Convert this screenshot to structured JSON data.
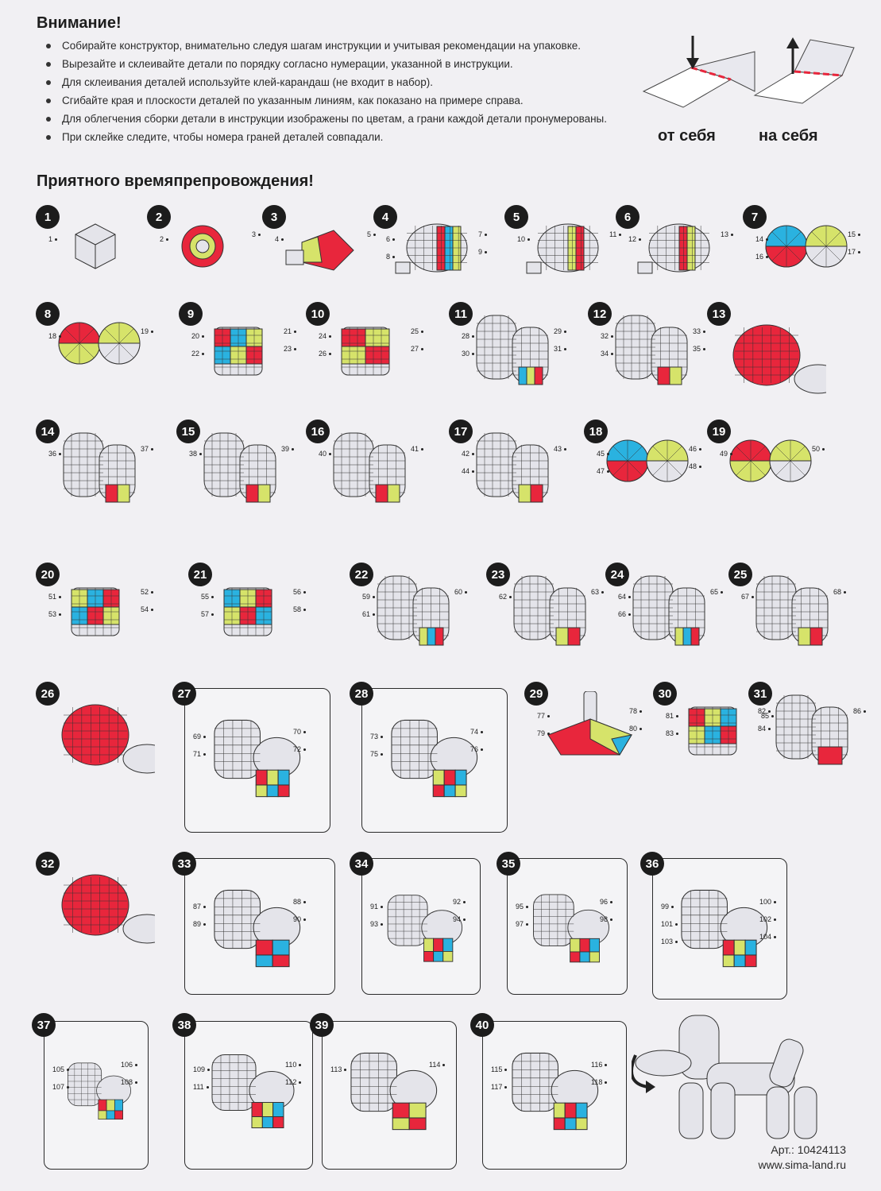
{
  "header": {
    "warning_title": "Внимание!",
    "bullets": [
      "Собирайте конструктор, внимательно следуя шагам инструкции и учитывая рекомендации на упаковке.",
      "Вырезайте и склеивайте детали по порядку согласно нумерации, указанной в инструкции.",
      "Для склеивания деталей используйте клей-карандаш (не входит в набор).",
      "Сгибайте края и плоскости деталей по указанным линиям, как показано на примере справа.",
      "Для облегчения сборки детали в инструкции изображены по цветам, а грани каждой детали пронумерованы.",
      "При склейке следите, чтобы номера граней деталей совпадали."
    ],
    "subtitle": "Приятного времяпрепровождения!"
  },
  "fold": {
    "away_label": "от себя",
    "toward_label": "на себя"
  },
  "colors": {
    "red": "#e8263c",
    "blue": "#2ab2e0",
    "yellow": "#d6e36a",
    "gray": "#e4e4ea",
    "outline": "#333333",
    "background": "#f1f0f3"
  },
  "steps": [
    {
      "n": "1",
      "parts": [
        "1"
      ],
      "colors": [
        "gray"
      ],
      "shape": "cube"
    },
    {
      "n": "2",
      "parts": [
        "2",
        "3"
      ],
      "colors": [
        "red",
        "yellow"
      ],
      "shape": "ring"
    },
    {
      "n": "3",
      "parts": [
        "4",
        "5"
      ],
      "colors": [
        "yellow",
        "red"
      ],
      "shape": "cup"
    },
    {
      "n": "4",
      "parts": [
        "6",
        "7",
        "8",
        "9"
      ],
      "colors": [
        "red",
        "blue",
        "yellow"
      ],
      "shape": "bulb"
    },
    {
      "n": "5",
      "parts": [
        "10",
        "11"
      ],
      "colors": [
        "yellow",
        "red"
      ],
      "shape": "bulb"
    },
    {
      "n": "6",
      "parts": [
        "12",
        "13"
      ],
      "colors": [
        "red",
        "yellow"
      ],
      "shape": "bulb"
    },
    {
      "n": "7",
      "parts": [
        "14",
        "15",
        "16",
        "17"
      ],
      "colors": [
        "blue",
        "red",
        "yellow"
      ],
      "shape": "discs"
    },
    {
      "n": "8",
      "parts": [
        "18",
        "19"
      ],
      "colors": [
        "red",
        "yellow"
      ],
      "shape": "discs"
    },
    {
      "n": "9",
      "parts": [
        "20",
        "21",
        "22",
        "23"
      ],
      "colors": [
        "red",
        "blue",
        "yellow"
      ],
      "shape": "cylinder"
    },
    {
      "n": "10",
      "parts": [
        "24",
        "25",
        "26",
        "27"
      ],
      "colors": [
        "red",
        "yellow"
      ],
      "shape": "cylinder"
    },
    {
      "n": "11",
      "parts": [
        "28",
        "29",
        "30",
        "31"
      ],
      "colors": [
        "blue",
        "yellow",
        "red"
      ],
      "shape": "pod"
    },
    {
      "n": "12",
      "parts": [
        "32",
        "33",
        "34",
        "35"
      ],
      "colors": [
        "red",
        "yellow"
      ],
      "shape": "pod"
    },
    {
      "n": "13",
      "parts": [],
      "colors": [
        "red"
      ],
      "shape": "balloon"
    },
    {
      "n": "14",
      "parts": [
        "36",
        "37"
      ],
      "colors": [
        "red",
        "yellow"
      ],
      "shape": "pod"
    },
    {
      "n": "15",
      "parts": [
        "38",
        "39"
      ],
      "colors": [
        "red",
        "yellow"
      ],
      "shape": "pod"
    },
    {
      "n": "16",
      "parts": [
        "40",
        "41"
      ],
      "colors": [
        "red",
        "yellow"
      ],
      "shape": "pod"
    },
    {
      "n": "17",
      "parts": [
        "42",
        "43",
        "44"
      ],
      "colors": [
        "yellow",
        "red"
      ],
      "shape": "pod"
    },
    {
      "n": "18",
      "parts": [
        "45",
        "46",
        "47",
        "48"
      ],
      "colors": [
        "blue",
        "red",
        "yellow"
      ],
      "shape": "discs"
    },
    {
      "n": "19",
      "parts": [
        "49",
        "50"
      ],
      "colors": [
        "red",
        "yellow"
      ],
      "shape": "discs"
    },
    {
      "n": "20",
      "parts": [
        "51",
        "52",
        "53",
        "54"
      ],
      "colors": [
        "yellow",
        "blue",
        "red"
      ],
      "shape": "cylinder"
    },
    {
      "n": "21",
      "parts": [
        "55",
        "56",
        "57",
        "58"
      ],
      "colors": [
        "blue",
        "yellow",
        "red"
      ],
      "shape": "cylinder"
    },
    {
      "n": "22",
      "parts": [
        "59",
        "60",
        "61"
      ],
      "colors": [
        "yellow",
        "blue",
        "red"
      ],
      "shape": "pod"
    },
    {
      "n": "23",
      "parts": [
        "62",
        "63"
      ],
      "colors": [
        "yellow",
        "red"
      ],
      "shape": "pod"
    },
    {
      "n": "24",
      "parts": [
        "64",
        "65",
        "66"
      ],
      "colors": [
        "yellow",
        "blue",
        "red"
      ],
      "shape": "pod"
    },
    {
      "n": "25",
      "parts": [
        "67",
        "68"
      ],
      "colors": [
        "yellow",
        "red"
      ],
      "shape": "pod"
    },
    {
      "n": "26",
      "parts": [],
      "colors": [
        "red"
      ],
      "shape": "balloon"
    },
    {
      "n": "27",
      "parts": [
        "69",
        "70",
        "71",
        "72"
      ],
      "colors": [
        "red",
        "yellow",
        "blue"
      ],
      "shape": "frame"
    },
    {
      "n": "28",
      "parts": [
        "73",
        "74",
        "75",
        "76"
      ],
      "colors": [
        "yellow",
        "red",
        "blue"
      ],
      "shape": "frame"
    },
    {
      "n": "29",
      "parts": [
        "77",
        "78",
        "79",
        "80"
      ],
      "colors": [
        "red",
        "yellow",
        "blue"
      ],
      "shape": "cone"
    },
    {
      "n": "30",
      "parts": [
        "81",
        "82",
        "83",
        "84"
      ],
      "colors": [
        "red",
        "yellow",
        "blue"
      ],
      "shape": "cylinder"
    },
    {
      "n": "31",
      "parts": [
        "85",
        "86"
      ],
      "colors": [
        "red"
      ],
      "shape": "pod"
    },
    {
      "n": "32",
      "parts": [],
      "colors": [
        "red"
      ],
      "shape": "balloon"
    },
    {
      "n": "33",
      "parts": [
        "87",
        "88",
        "89",
        "90"
      ],
      "colors": [
        "red",
        "blue"
      ],
      "shape": "frame"
    },
    {
      "n": "34",
      "parts": [
        "91",
        "92",
        "93",
        "94"
      ],
      "colors": [
        "yellow",
        "red",
        "blue"
      ],
      "shape": "frame"
    },
    {
      "n": "35",
      "parts": [
        "95",
        "96",
        "97",
        "98"
      ],
      "colors": [
        "yellow",
        "red",
        "blue"
      ],
      "shape": "frame"
    },
    {
      "n": "36",
      "parts": [
        "99",
        "100",
        "101",
        "102",
        "103",
        "104"
      ],
      "colors": [
        "red",
        "yellow",
        "blue"
      ],
      "shape": "frame"
    },
    {
      "n": "37",
      "parts": [
        "105",
        "106",
        "107",
        "108"
      ],
      "colors": [
        "red",
        "yellow",
        "blue"
      ],
      "shape": "frame"
    },
    {
      "n": "38",
      "parts": [
        "109",
        "110",
        "111",
        "112"
      ],
      "colors": [
        "red",
        "yellow",
        "blue"
      ],
      "shape": "frame"
    },
    {
      "n": "39",
      "parts": [
        "113",
        "114"
      ],
      "colors": [
        "red",
        "yellow"
      ],
      "shape": "frame"
    },
    {
      "n": "40",
      "parts": [
        "115",
        "116",
        "117",
        "118"
      ],
      "colors": [
        "yellow",
        "red",
        "blue"
      ],
      "shape": "frame"
    }
  ],
  "footer": {
    "article": "Арт.: 10424113",
    "website": "www.sima-land.ru"
  }
}
